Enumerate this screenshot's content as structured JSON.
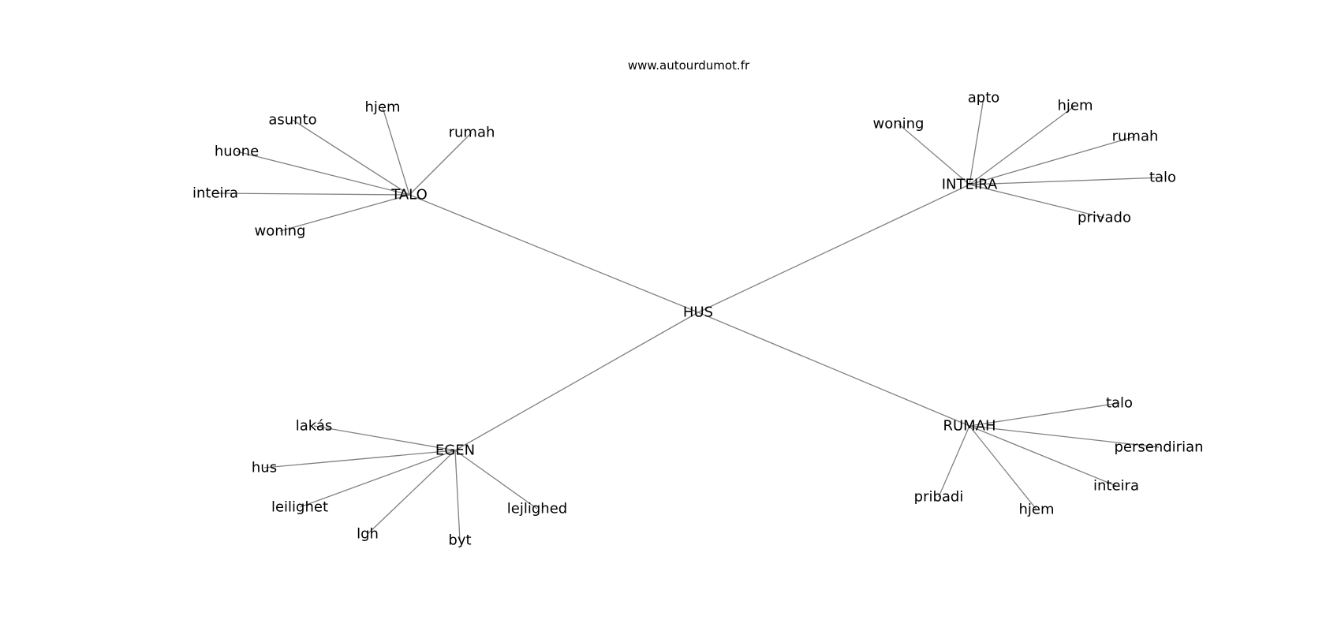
{
  "source": "www.autourdumot.fr",
  "root": {
    "label": "HUS",
    "children": [
      {
        "label": "TALO",
        "children": [
          "asunto",
          "hjem",
          "rumah",
          "huone",
          "inteira",
          "woning"
        ]
      },
      {
        "label": "INTEIRA",
        "children": [
          "woning",
          "apto",
          "hjem",
          "rumah",
          "talo",
          "privado"
        ]
      },
      {
        "label": "EGEN",
        "children": [
          "lakás",
          "hus",
          "leilighet",
          "lgh",
          "byt",
          "lejlighed"
        ]
      },
      {
        "label": "RUMAH",
        "children": [
          "talo",
          "persendirian",
          "inteira",
          "hjem",
          "pribadi"
        ]
      }
    ]
  }
}
